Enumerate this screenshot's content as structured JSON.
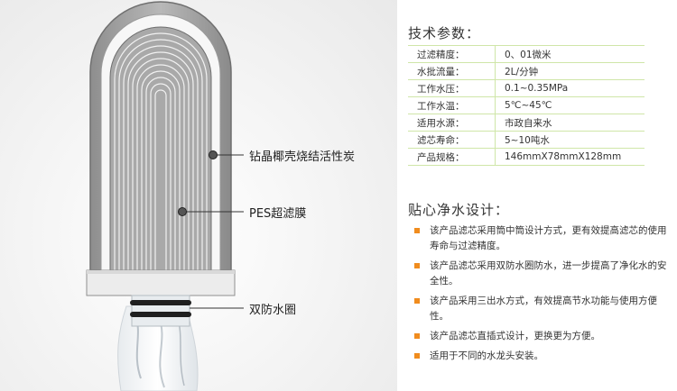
{
  "callouts": {
    "carbon": "钻晶椰壳烧结活性炭",
    "pes": "PES超滤膜",
    "oring": "双防水圈"
  },
  "specs": {
    "title": "技术参数：",
    "rows": [
      {
        "label": "过滤精度：",
        "value": "0、01微米"
      },
      {
        "label": "水批流量：",
        "value": "2L/分钟"
      },
      {
        "label": "工作水压：",
        "value": "0.1~0.35MPa"
      },
      {
        "label": "工作水温：",
        "value": "5℃~45℃"
      },
      {
        "label": "适用水源：",
        "value": "市政自来水"
      },
      {
        "label": "滤芯寿命：",
        "value": "5~10吨水"
      },
      {
        "label": "产品规格：",
        "value": "146mmX78mmX128mm"
      }
    ]
  },
  "features": {
    "title": "贴心净水设计：",
    "items": [
      "该产品滤芯采用筒中筒设计方式，更有效提高滤芯的使用寿命与过滤精度。",
      "该产品滤芯采用双防水圈防水，进一步提高了净化水的安全性。",
      "该产品采用三出水方式，有效提高节水功能与使用方便性。",
      "该产品滤芯直插式设计，更换更为方便。",
      "适用于不同的水龙头安装。"
    ]
  },
  "colors": {
    "bullet": "#f08c1e",
    "table_border": "#cfe6a8"
  }
}
